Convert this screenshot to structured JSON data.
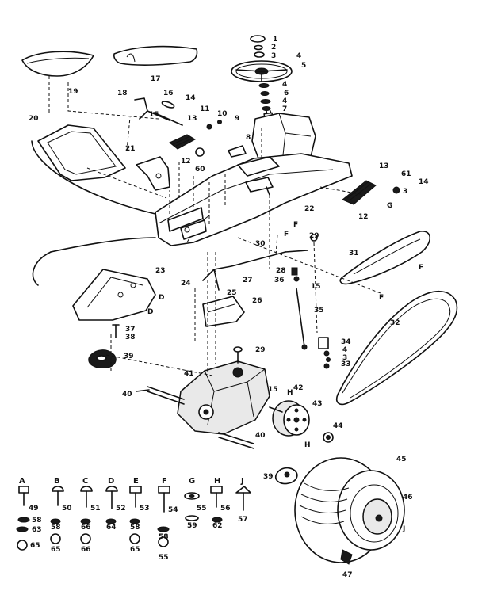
{
  "callouts": [
    "1",
    "2",
    "3",
    "4",
    "5",
    "4",
    "6",
    "4",
    "7",
    "8",
    "9",
    "10",
    "11",
    "12",
    "13",
    "14",
    "15",
    "16",
    "17",
    "18",
    "19",
    "20",
    "21",
    "22",
    "23",
    "24",
    "25",
    "26",
    "27",
    "28",
    "29",
    "30",
    "31",
    "32",
    "33",
    "34",
    "35",
    "36",
    "37",
    "38",
    "39",
    "40",
    "41",
    "42",
    "43",
    "44",
    "45",
    "46",
    "47",
    "60",
    "61",
    "3",
    "14",
    "12",
    "13",
    "G",
    "F",
    "F",
    "F",
    "F",
    "D",
    "D",
    "H",
    "H",
    "J",
    "40",
    "39",
    "29",
    "15",
    "4",
    "3",
    "33",
    "15"
  ],
  "hardware": {
    "letters": [
      "A",
      "B",
      "C",
      "D",
      "E",
      "F",
      "G",
      "H",
      "J"
    ],
    "bolt_numbers": [
      "49",
      "50",
      "51",
      "52",
      "53",
      "54",
      "55",
      "56",
      "57"
    ],
    "row2": [
      "58",
      "58",
      "66",
      "64",
      "58",
      "59",
      "62"
    ],
    "row2b": [
      "63",
      "63"
    ],
    "row3": [
      "65",
      "65",
      "66",
      "65",
      "58"
    ],
    "row4": [
      "55"
    ]
  }
}
